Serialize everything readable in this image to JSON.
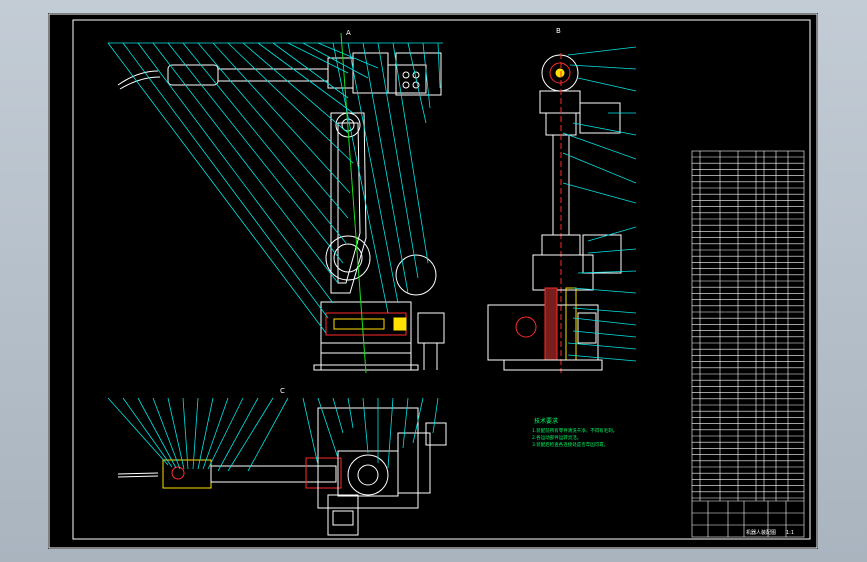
{
  "window": {
    "background": "#b4bec8",
    "sheet_background": "#000000"
  },
  "colors": {
    "frame": "#ffffff",
    "leader": "#00e5e5",
    "outline": "#ffffff",
    "red": "#ff2a2a",
    "yellow": "#ffe000",
    "green": "#18e018",
    "magenta": "#ff40ff",
    "note": "#00ff66"
  },
  "views": {
    "front_label": "A",
    "side_label": "B",
    "plan_label": "C"
  },
  "notes": {
    "title": "技术要求",
    "lines": [
      "1.装配前所有零件清洗干净，不得有毛刺。",
      "2.各运动部件运转灵活。",
      "3.装配后检查各连接处是否牢固可靠。"
    ]
  },
  "title_block": {
    "drawing_name": "机器人装配图",
    "scale": "1:1"
  }
}
